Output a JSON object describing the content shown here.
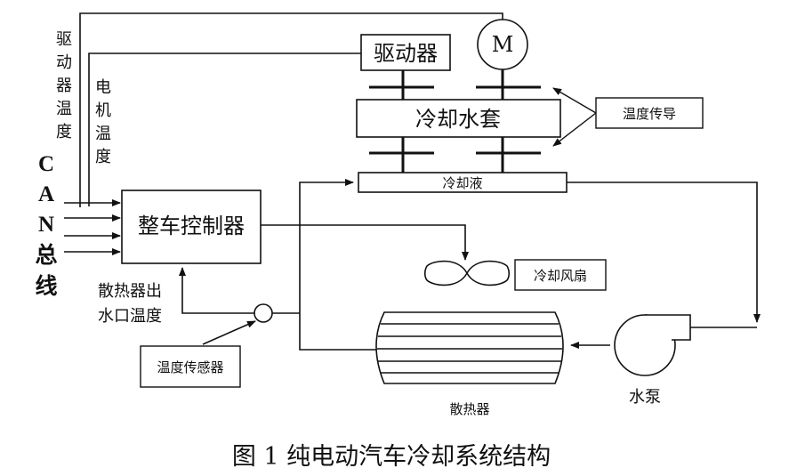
{
  "diagram": {
    "driver_box": "驱动器",
    "motor": "M",
    "jacket": "冷却水套",
    "temp_guide": "温度传导",
    "coolant": "冷却液",
    "controller": "整车控制器",
    "fan": "冷却风扇",
    "radiator": "散热器",
    "pump": "水泵",
    "temp_sensor": "温度传感器",
    "radiator_out_temp_line1": "散热器出",
    "radiator_out_temp_line2": "水口温度",
    "driver_temp_vertical": [
      "驱",
      "动",
      "器",
      "温",
      "度"
    ],
    "motor_temp_vertical": [
      "电",
      "机",
      "温",
      "度"
    ],
    "can_bus_vertical": [
      "C",
      "A",
      "N",
      "总",
      "线"
    ]
  },
  "caption": "图 1  纯电动汽车冷却系统结构"
}
